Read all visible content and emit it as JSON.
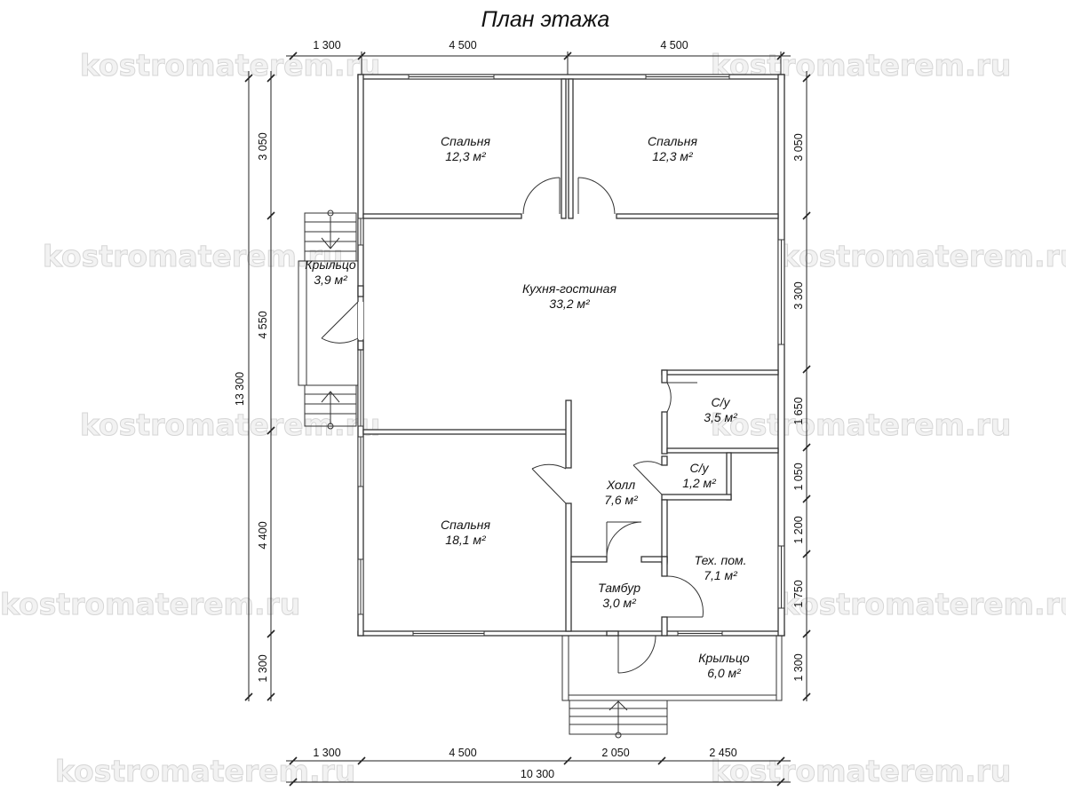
{
  "plan": {
    "title": "План этажа",
    "watermark": "kostromaterem.ru",
    "rooms": [
      {
        "id": "bedroom-nw",
        "name": "Спальня",
        "area": "12,3 м²"
      },
      {
        "id": "bedroom-ne",
        "name": "Спальня",
        "area": "12,3 м²"
      },
      {
        "id": "kitchen-living",
        "name": "Кухня-гостиная",
        "area": "33,2 м²"
      },
      {
        "id": "porch-west",
        "name": "Крыльцо",
        "area": "3,9 м²"
      },
      {
        "id": "bathroom-1",
        "name": "С/у",
        "area": "3,5 м²"
      },
      {
        "id": "bathroom-2",
        "name": "С/у",
        "area": "1,2 м²"
      },
      {
        "id": "hall",
        "name": "Холл",
        "area": "7,6 м²"
      },
      {
        "id": "bedroom-sw",
        "name": "Спальня",
        "area": "18,1 м²"
      },
      {
        "id": "tech-room",
        "name": "Тех. пом.",
        "area": "7,1 м²"
      },
      {
        "id": "vestibule",
        "name": "Тамбур",
        "area": "3,0 м²"
      },
      {
        "id": "porch-south",
        "name": "Крыльцо",
        "area": "6,0 м²"
      }
    ],
    "dimensions": {
      "top": [
        "1 300",
        "4 500",
        "4 500"
      ],
      "bottom": [
        "1 300",
        "4 500",
        "2 050",
        "2 450"
      ],
      "bottom_total": "10 300",
      "left": [
        "3 050",
        "4 550",
        "4 400",
        "1 300"
      ],
      "left_total": "13 300",
      "right": [
        "3 050",
        "3 300",
        "1 650",
        "1 050",
        "1 200",
        "1 750",
        "1 300"
      ]
    }
  }
}
